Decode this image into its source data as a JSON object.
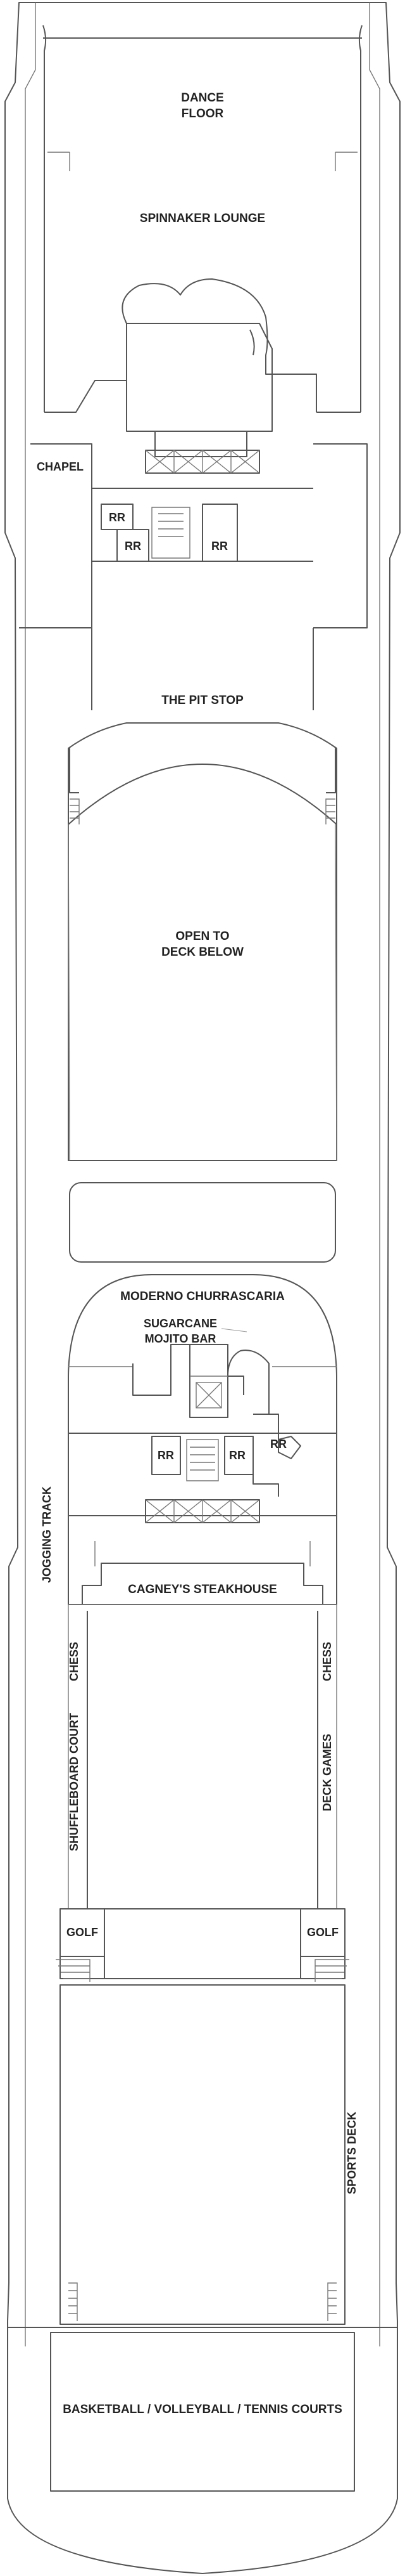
{
  "labels": {
    "dance_floor_1": "DANCE",
    "dance_floor_2": "FLOOR",
    "spinnaker_lounge": "SPINNAKER LOUNGE",
    "chapel": "CHAPEL",
    "rr": "RR",
    "pit_stop": "THE PIT STOP",
    "open_to_deck_1": "OPEN TO",
    "open_to_deck_2": "DECK BELOW",
    "moderno": "MODERNO CHURRASCARIA",
    "sugarcane_1": "SUGARCANE",
    "sugarcane_2": "MOJITO BAR",
    "cagneys": "CAGNEY'S STEAKHOUSE",
    "jogging_track": "JOGGING TRACK",
    "chess": "CHESS",
    "shuffleboard": "SHUFFLEBOARD COURT",
    "deck_games": "DECK GAMES",
    "golf": "GOLF",
    "sports_deck": "SPORTS DECK",
    "courts": "BASKETBALL / VOLLEYBALL / TENNIS COURTS"
  },
  "colors": {
    "line": "#555555",
    "text": "#222222",
    "background": "#ffffff"
  }
}
